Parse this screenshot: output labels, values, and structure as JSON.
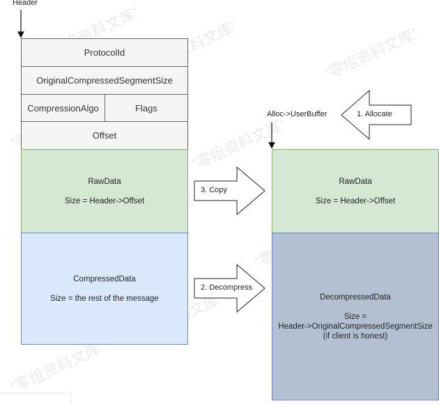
{
  "labels": {
    "header": "Header",
    "alloc": "Alloc->UserBuffer"
  },
  "left": {
    "protocol_id": "ProtocolId",
    "original_size": "OriginalCompressedSegmentSize",
    "compression_algo": "CompressionAlgo",
    "flags": "Flags",
    "offset": "Offset",
    "raw_title": "RawData",
    "raw_size": "Size = Header->Offset",
    "compressed_title": "CompressedData",
    "compressed_size": "Size = the rest of the message"
  },
  "right": {
    "raw_title": "RawData",
    "raw_size": "Size = Header->Offset",
    "decompressed_title": "DecompressedData",
    "decompressed_size_1": "Size =",
    "decompressed_size_2": "Header->OriginalCompressedSegmentSize",
    "decompressed_size_3": "(if client is honest)"
  },
  "arrows": {
    "copy": "3. Copy",
    "decompress": "2. Decompress",
    "allocate": "1. Allocate"
  },
  "colors": {
    "header_fill": "#f5f5f5",
    "raw_fill": "#d5e8d4",
    "raw_border": "#82b366",
    "compressed_fill": "#dae8fc",
    "compressed_border": "#6c8ebf",
    "decompressed_fill": "#b3c0d1"
  },
  "watermark": "'零组资料文库'"
}
